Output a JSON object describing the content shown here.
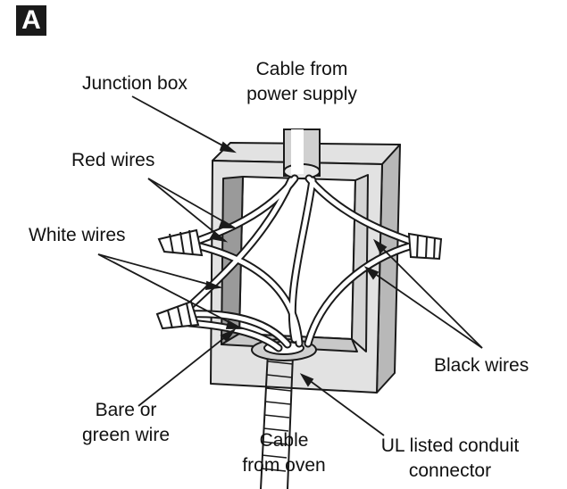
{
  "figure": {
    "badge": "A"
  },
  "labels": {
    "junction_box": "Junction box",
    "cable_power_line1": "Cable from",
    "cable_power_line2": "power supply",
    "red_wires": "Red wires",
    "white_wires": "White wires",
    "black_wires": "Black wires",
    "bare_wire_line1": "Bare or",
    "bare_wire_line2": "green wire",
    "cable_oven_line1": "Cable",
    "cable_oven_line2": "from oven",
    "conduit_line1": "UL listed conduit",
    "conduit_line2": "connector"
  },
  "colors": {
    "line": "#1a1a1a",
    "box_face": "#e2e2e2",
    "box_side": "#b8b8b8",
    "box_inner": "#9a9a9a"
  }
}
